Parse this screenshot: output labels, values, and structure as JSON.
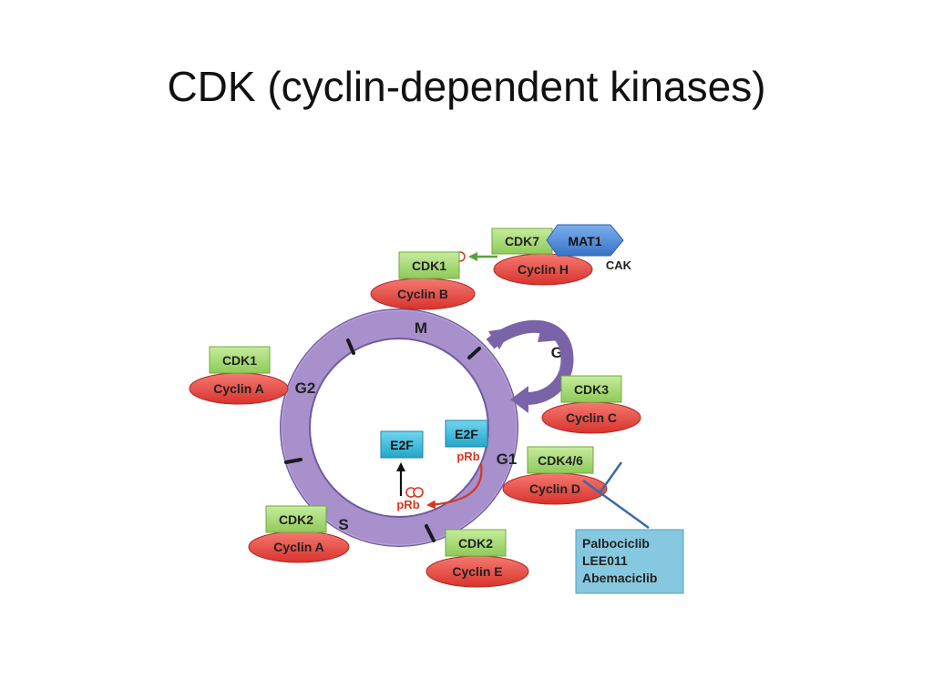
{
  "title": "CDK (cyclin-dependent kinases)",
  "phases": {
    "m": "M",
    "g2": "G2",
    "s": "S",
    "g1": "G1",
    "g0": "G0"
  },
  "complexes": {
    "cdk7": "CDK7",
    "mat1": "MAT1",
    "cyclin_h": "Cyclin H",
    "cak": "CAK",
    "cdk1_m": "CDK1",
    "cyclin_b": "Cyclin B",
    "cdk1_g2": "CDK1",
    "cyclin_a_g2": "Cyclin A",
    "cdk3": "CDK3",
    "cyclin_c": "Cyclin C",
    "cdk46": "CDK4/6",
    "cyclin_d": "Cyclin D",
    "cdk2_s": "CDK2",
    "cyclin_a_s": "Cyclin A",
    "cdk2_g1": "CDK2",
    "cyclin_e": "Cyclin E"
  },
  "center": {
    "e2f_left": "E2F",
    "e2f_right": "E2F",
    "prb_top": "pRb",
    "prb_bottom": "pRb"
  },
  "inhibitors": [
    "Palbociclib",
    "LEE011",
    "Abemaciclib"
  ],
  "colors": {
    "ring": "#a790cc",
    "ring_edge": "#6f5a9e",
    "cdk_box": "#9dd36a",
    "cyclin_ellipse": "#e8463f",
    "e2f_box": "#35b9d6",
    "inhibitor_box": "#86c8df",
    "mat1": "#4a86d8",
    "prb_text": "#d8361c",
    "arrow_g0": "#7a64a8"
  }
}
